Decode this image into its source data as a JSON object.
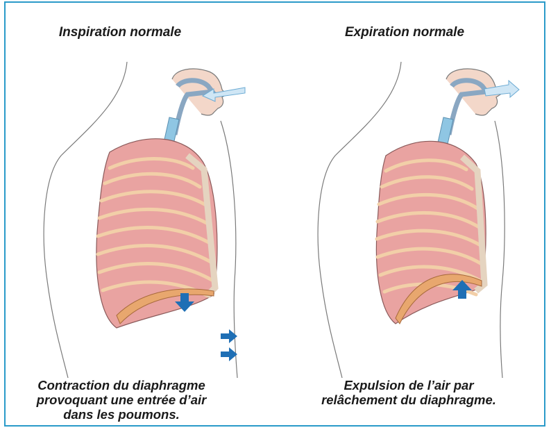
{
  "panels": [
    {
      "title": "Inspiration normale",
      "caption_lines": [
        "Contraction du diaphragme",
        "provoquant une entrée d’air",
        "dans les poumons."
      ]
    },
    {
      "title": "Expiration normale",
      "caption_lines": [
        "Expulsion de l’air par",
        "relâchement du diaphragme."
      ]
    }
  ],
  "colors": {
    "border": "#2a9ac9",
    "arrow": "#1f6fb5",
    "lung": "#e9a3a1",
    "rib": "#f2cfa8",
    "outline": "#6b6b6b"
  }
}
